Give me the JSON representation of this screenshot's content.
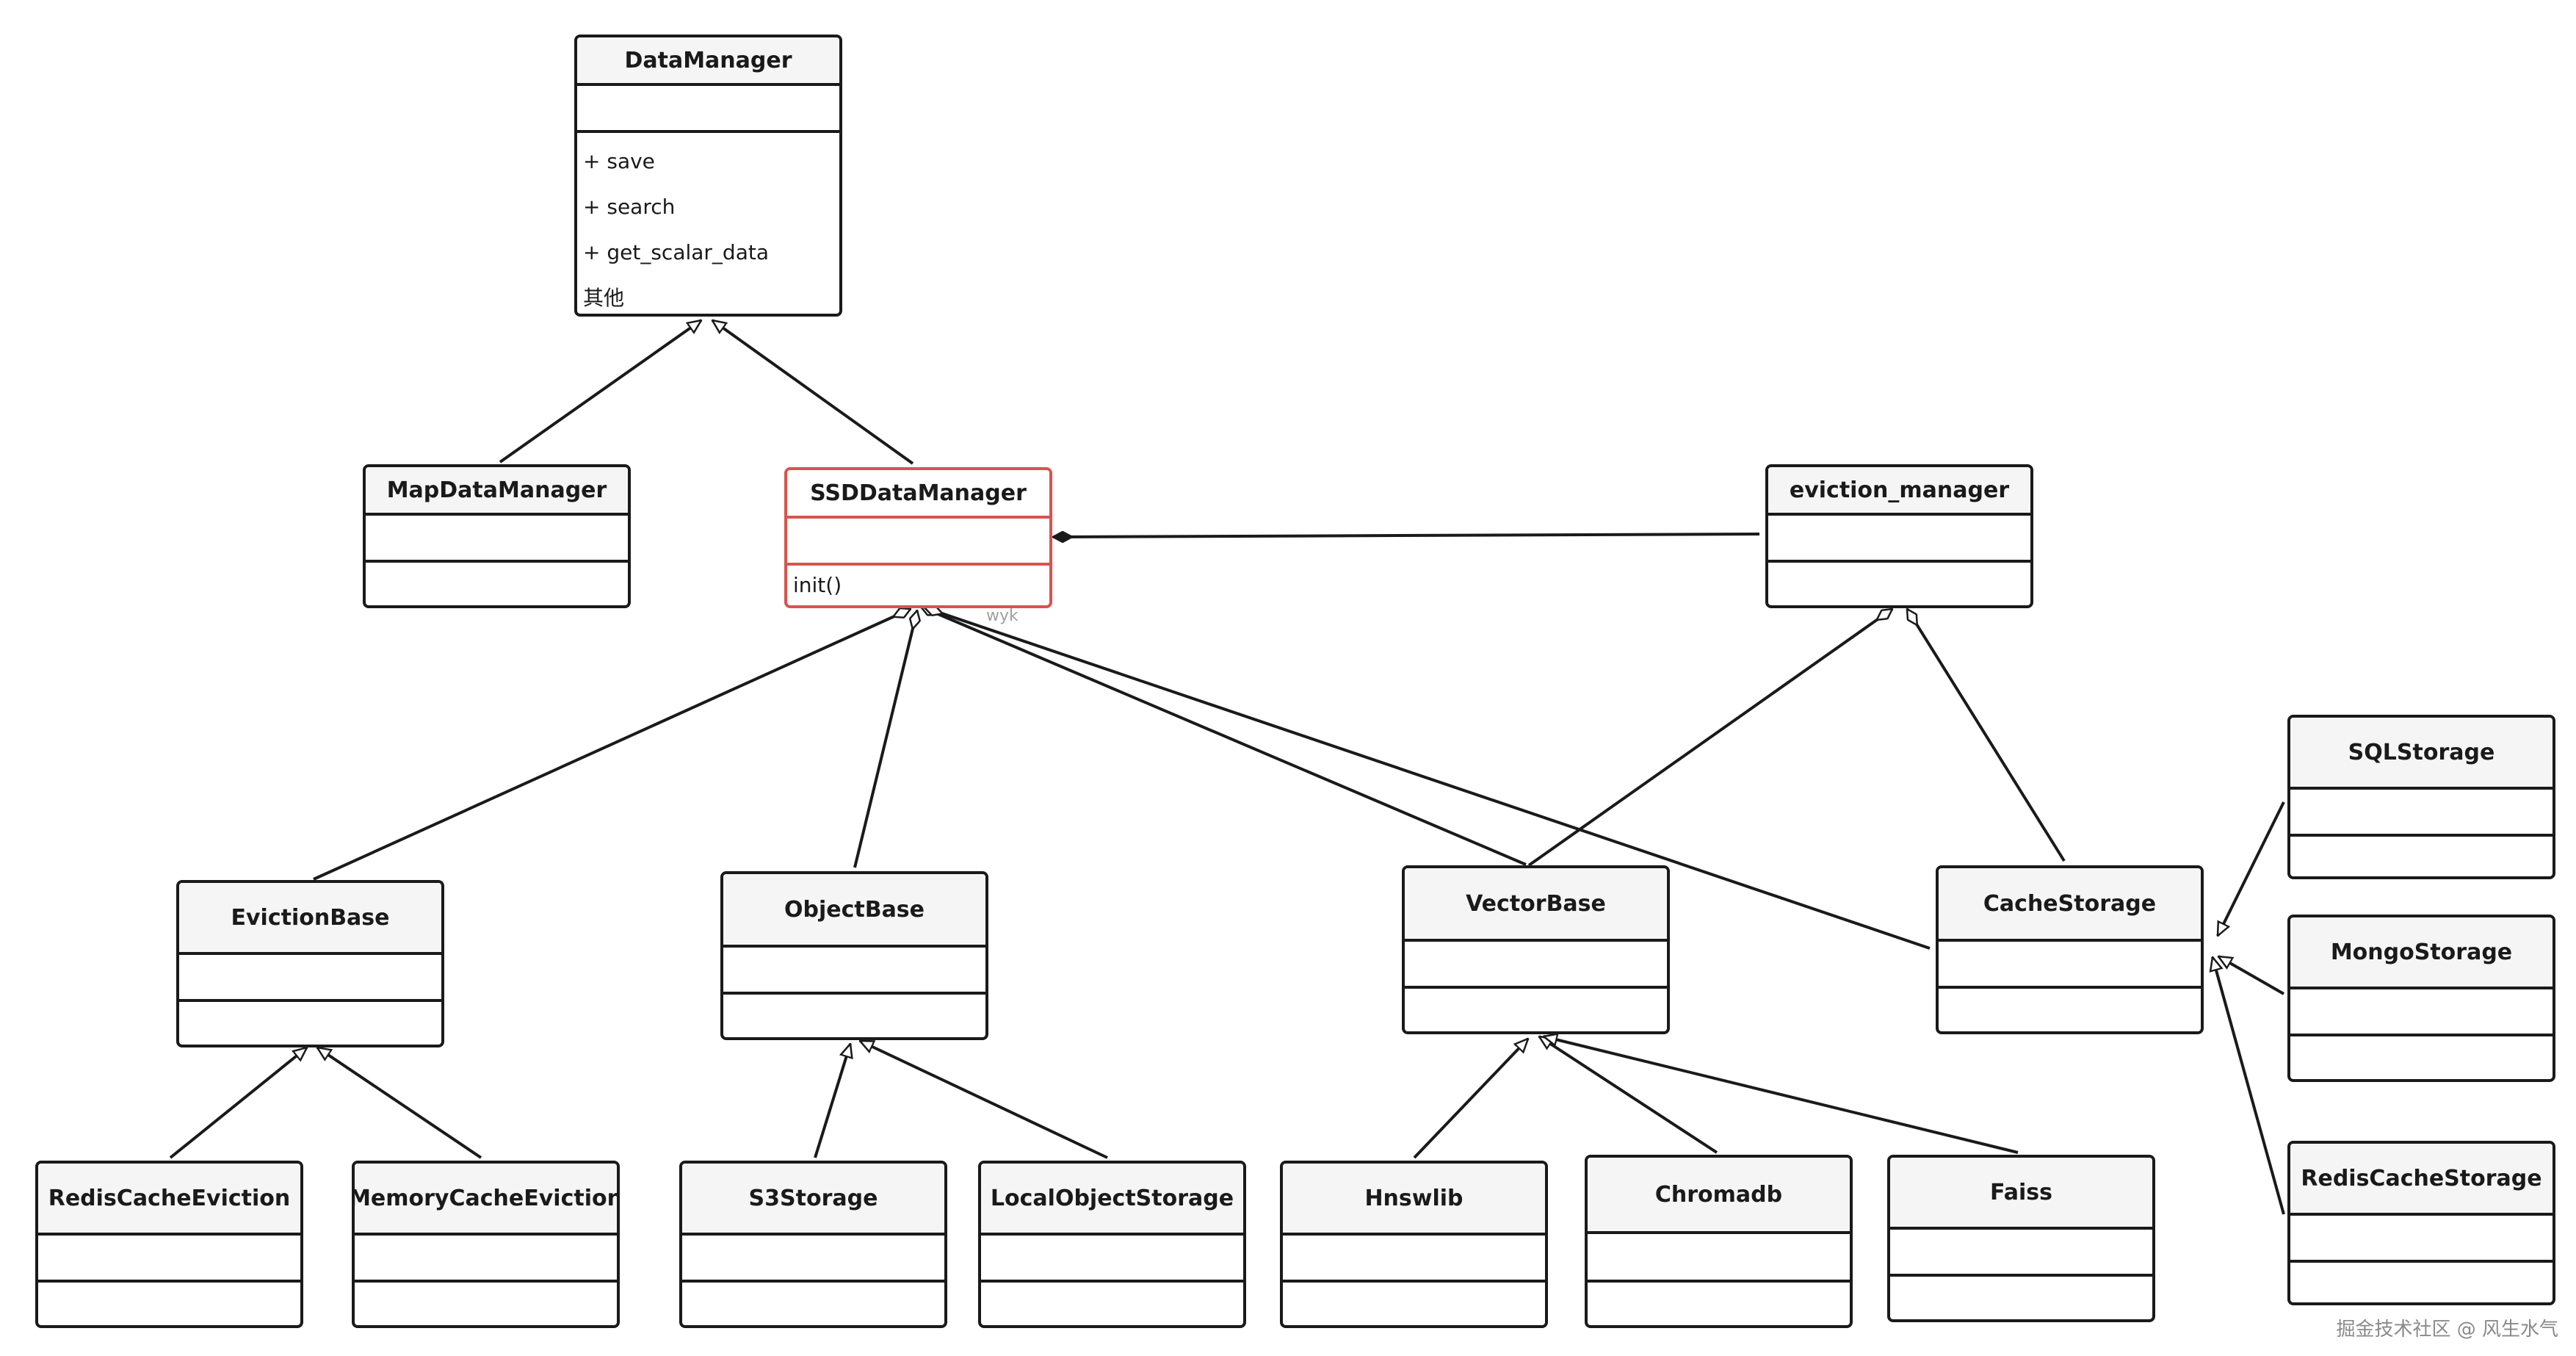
{
  "classes": {
    "data_manager": {
      "name": "DataManager",
      "operations": [
        "+ save",
        "+ search",
        "+ get_scalar_data",
        "其他"
      ]
    },
    "map_data_manager": {
      "name": "MapDataManager"
    },
    "ssd_data_manager": {
      "name": "SSDDataManager",
      "operations": [
        "init()"
      ]
    },
    "eviction_manager": {
      "name": "eviction_manager"
    },
    "eviction_base": {
      "name": "EvictionBase"
    },
    "object_base": {
      "name": "ObjectBase"
    },
    "vector_base": {
      "name": "VectorBase"
    },
    "cache_storage": {
      "name": "CacheStorage"
    },
    "sql_storage": {
      "name": "SQLStorage"
    },
    "mongo_storage": {
      "name": "MongoStorage"
    },
    "redis_cache_storage": {
      "name": "RedisCacheStorage"
    },
    "redis_cache_eviction": {
      "name": "RedisCacheEviction"
    },
    "memory_cache_eviction": {
      "name": "MemoryCacheEviction"
    },
    "s3_storage": {
      "name": "S3Storage"
    },
    "local_object_storage": {
      "name": "LocalObjectStorage"
    },
    "hnswlib": {
      "name": "Hnswlib"
    },
    "chromadb": {
      "name": "Chromadb"
    },
    "faiss": {
      "name": "Faiss"
    }
  },
  "annotation": "wyk",
  "watermark": "掘金技术社区 @ 风生水气",
  "colors": {
    "stroke": "#1a1a1a",
    "highlight": "#d9534f",
    "header_fill": "#f5f5f5"
  }
}
